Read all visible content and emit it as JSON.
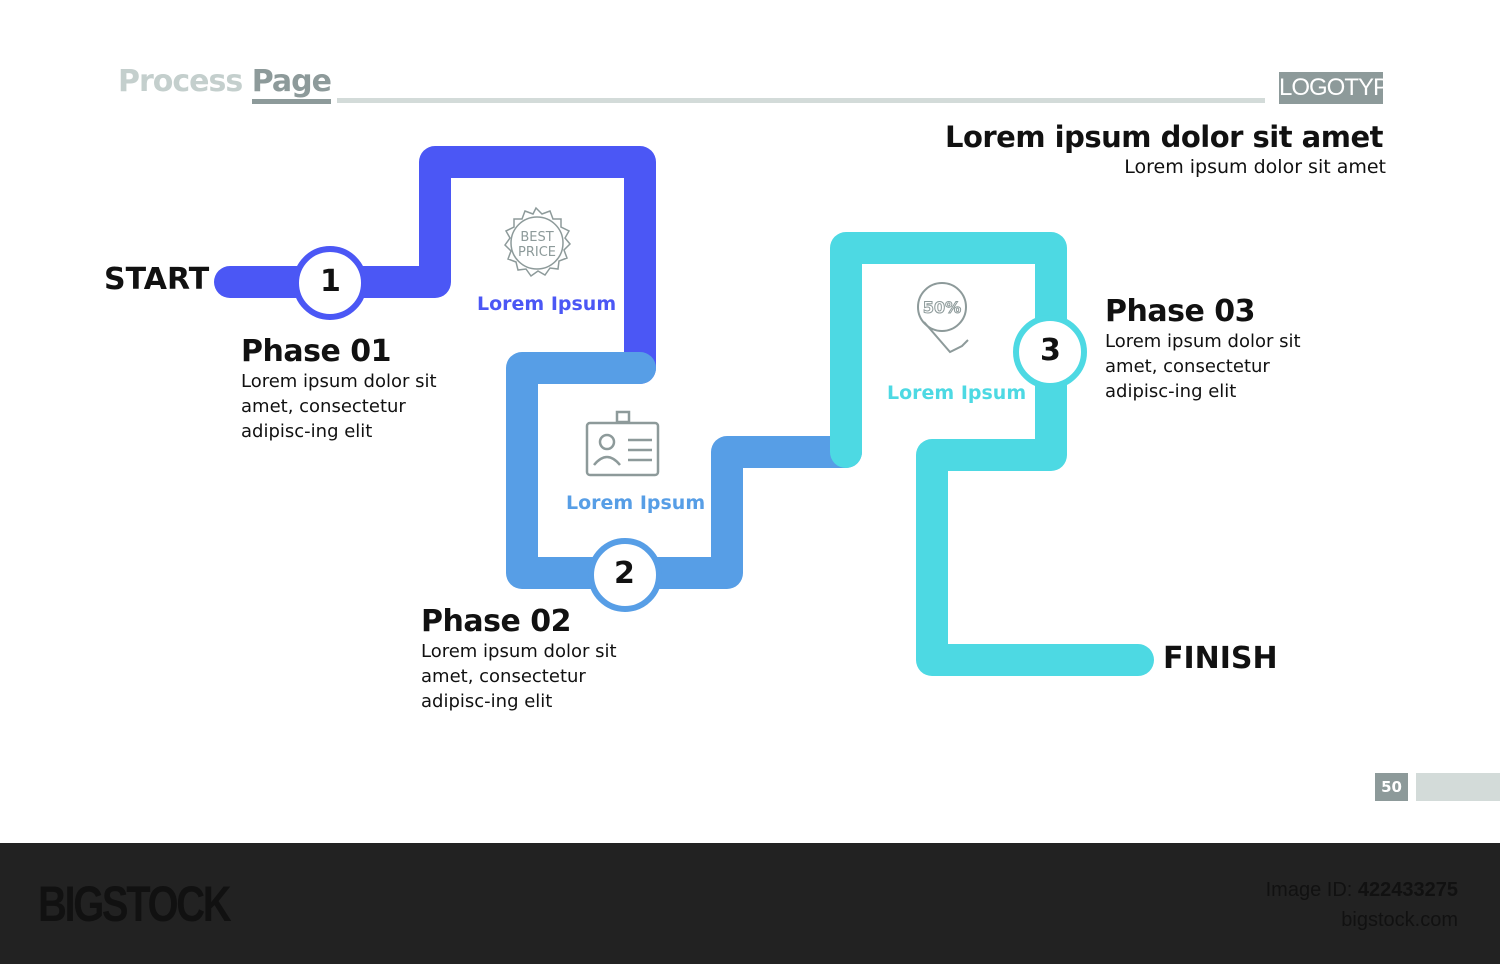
{
  "header": {
    "title_light": "Process",
    "title_dark": "Page",
    "logo": "LOGOTYPE",
    "headline": "Lorem ipsum dolor sit amet",
    "subheadline": "Lorem ipsum dolor sit amet"
  },
  "colors": {
    "phase1": "#4b57f5",
    "phase2": "#579ee6",
    "phase3": "#4dd9e3",
    "gray": "#8d9a9a"
  },
  "diagram": {
    "start": "START",
    "finish": "FINISH",
    "phases": [
      {
        "number": "1",
        "title": "Phase 01",
        "desc": "Lorem ipsum dolor sit amet, consectetur adipisc-ing elit",
        "label": "Lorem Ipsum",
        "icon": "best-price-badge-icon",
        "badge_text": [
          "BEST",
          "PRICE"
        ]
      },
      {
        "number": "2",
        "title": "Phase 02",
        "desc": "Lorem ipsum dolor sit amet, consectetur adipisc-ing elit",
        "label": "Lorem Ipsum",
        "icon": "id-card-icon"
      },
      {
        "number": "3",
        "title": "Phase 03",
        "desc": "Lorem ipsum dolor sit amet, consectetur adipisc-ing elit",
        "label": "Lorem Ipsum",
        "icon": "discount-tag-hand-icon",
        "badge_text": [
          "50%"
        ]
      }
    ]
  },
  "page_number": "50",
  "footer": {
    "brand": "BIGSTOCK",
    "image_id_label": "Image ID:",
    "image_id": "422433275",
    "site": "bigstock.com"
  }
}
